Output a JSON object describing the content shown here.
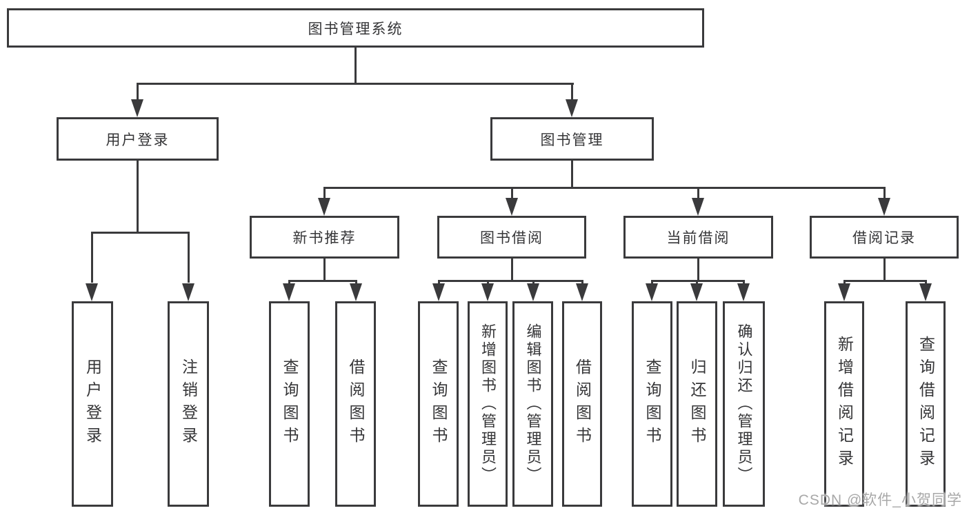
{
  "tree": {
    "root": {
      "label": "图书管理系统",
      "children": [
        {
          "label": "用户登录",
          "children": [
            {
              "label": "用户登录"
            },
            {
              "label": "注销登录"
            }
          ]
        },
        {
          "label": "图书管理",
          "children": [
            {
              "label": "新书推荐",
              "children": [
                {
                  "label": "查询图书"
                },
                {
                  "label": "借阅图书"
                }
              ]
            },
            {
              "label": "图书借阅",
              "children": [
                {
                  "label": "查询图书"
                },
                {
                  "label": "新增图书（管理员）"
                },
                {
                  "label": "编辑图书（管理员）"
                },
                {
                  "label": "借阅图书"
                }
              ]
            },
            {
              "label": "当前借阅",
              "children": [
                {
                  "label": "查询图书"
                },
                {
                  "label": "归还图书"
                },
                {
                  "label": "确认归还（管理员）"
                }
              ]
            },
            {
              "label": "借阅记录",
              "children": [
                {
                  "label": "新增借阅记录"
                },
                {
                  "label": "查询借阅记录"
                }
              ]
            }
          ]
        }
      ]
    }
  },
  "watermark": {
    "text": "CSDN @软件_小贺同学"
  },
  "colors": {
    "line": "#3a3a3c",
    "text": "#353537",
    "watermark": "#a8a8a8",
    "background": "#ffffff"
  }
}
